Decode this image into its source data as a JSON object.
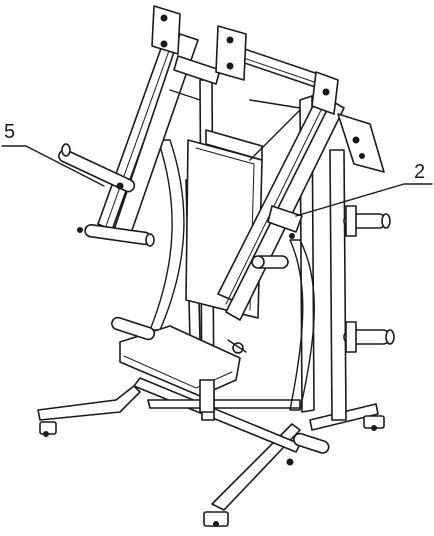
{
  "diagram": {
    "callouts": [
      {
        "id": "callout-5",
        "label": "5"
      },
      {
        "id": "callout-2",
        "label": "2"
      }
    ],
    "line_color": "#1a1a1a",
    "background": "#ffffff"
  }
}
